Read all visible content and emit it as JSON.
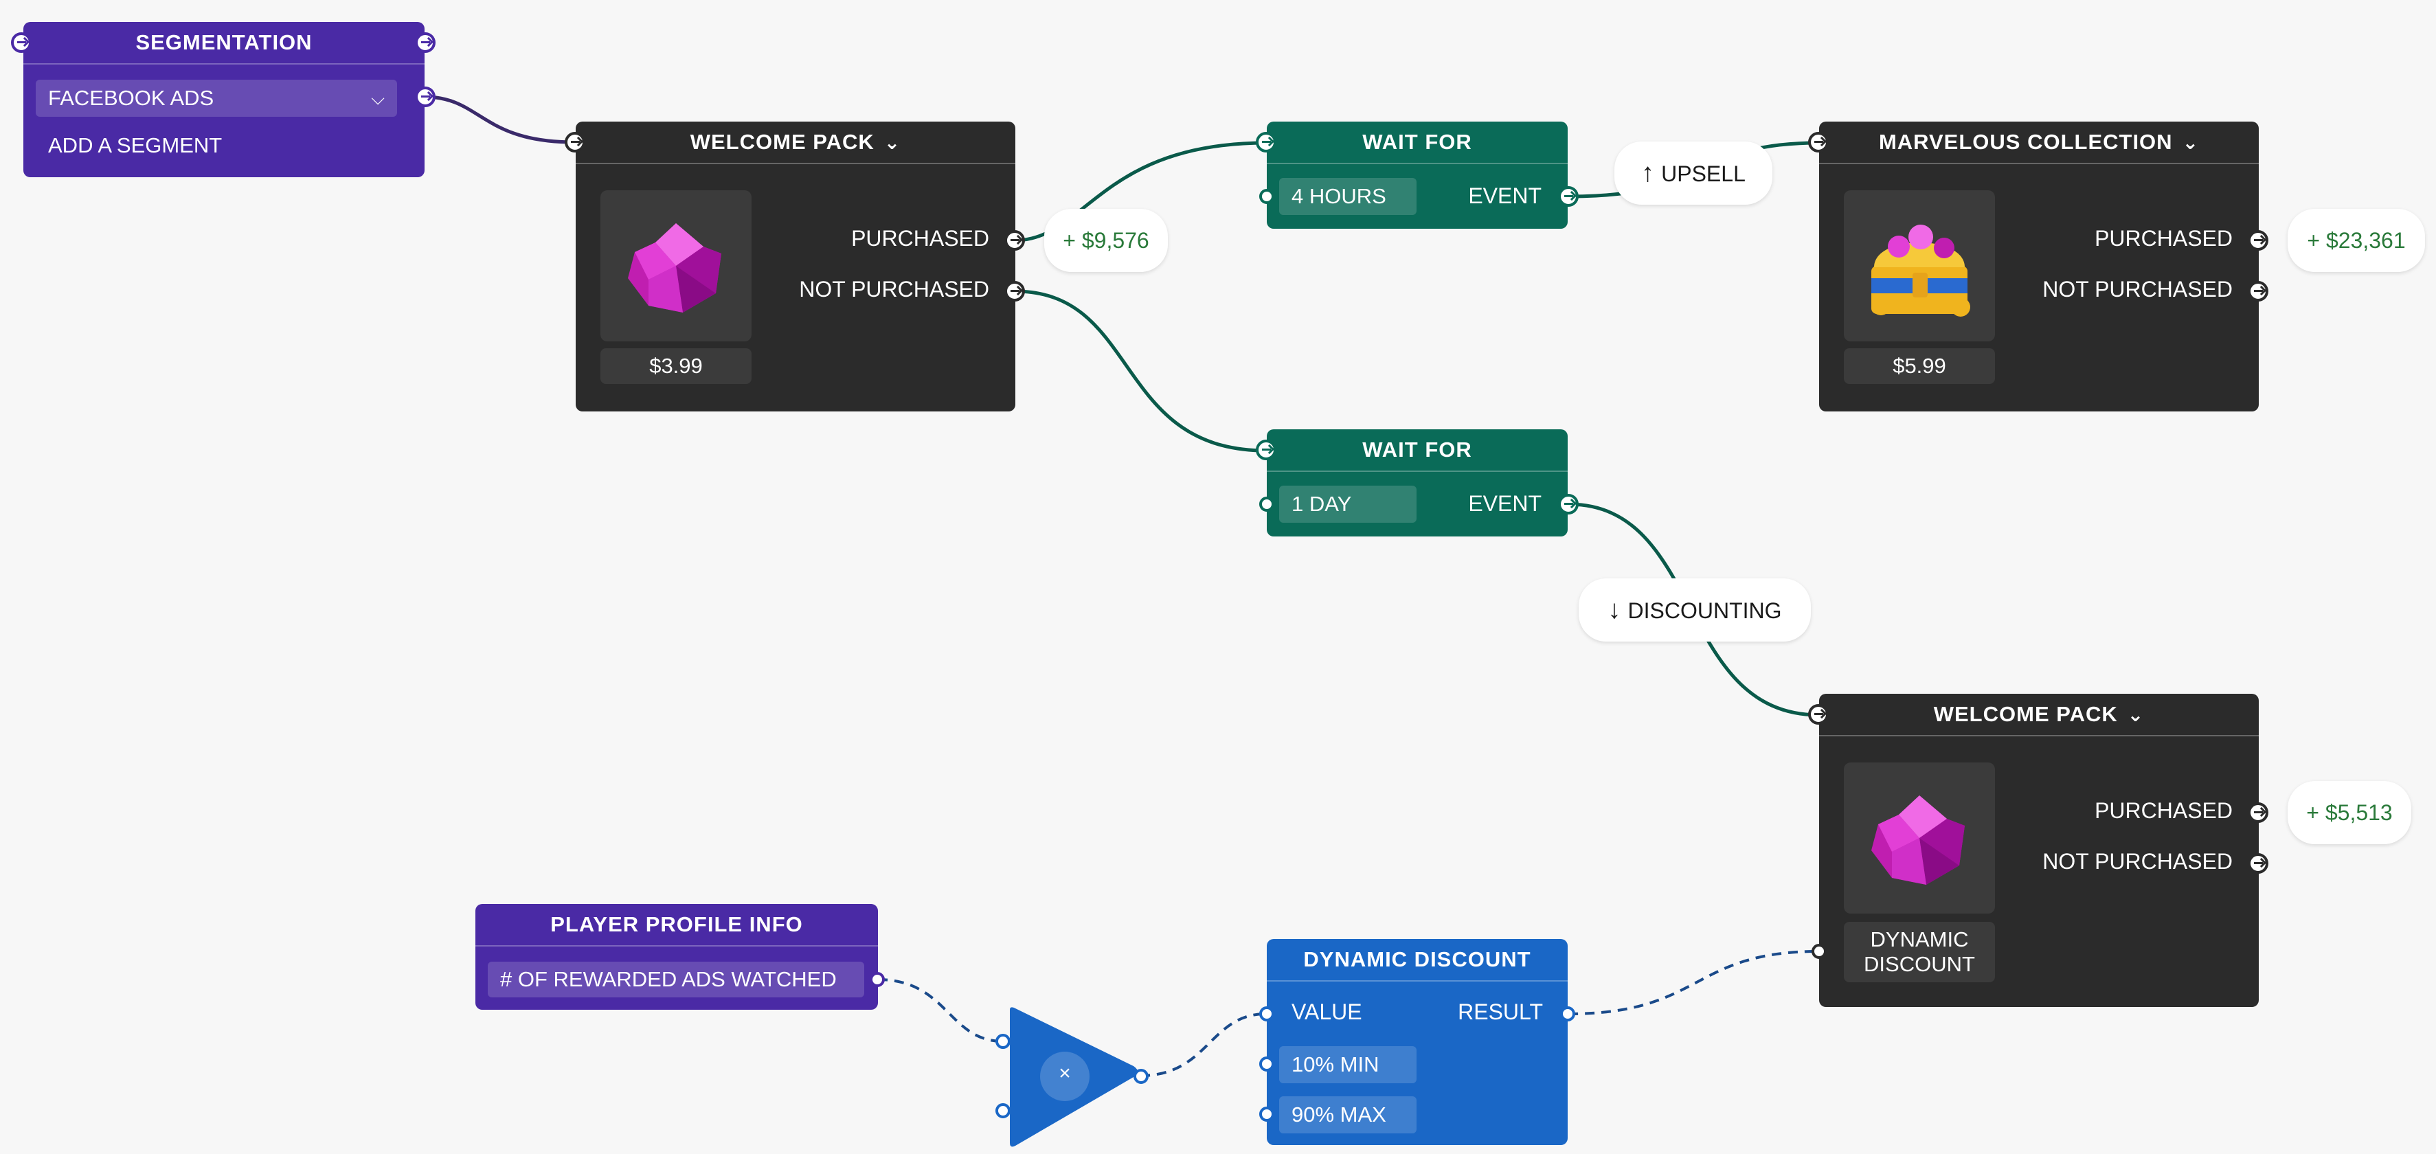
{
  "segmentation": {
    "title": "SEGMENTATION",
    "dropdown_value": "FACEBOOK ADS",
    "add_segment_label": "ADD A SEGMENT"
  },
  "welcome_pack_top": {
    "title": "WELCOME PACK",
    "price": "$3.99",
    "purchased_label": "PURCHASED",
    "not_purchased_label": "NOT PURCHASED",
    "revenue": "+ $9,576"
  },
  "wait_for_top": {
    "title": "WAIT FOR",
    "duration": "4 HOURS",
    "event_label": "EVENT"
  },
  "upsell": {
    "label": "UPSELL",
    "icon": "arrow-up-icon"
  },
  "marvelous_collection": {
    "title": "MARVELOUS COLLECTION",
    "price": "$5.99",
    "purchased_label": "PURCHASED",
    "not_purchased_label": "NOT PURCHASED",
    "revenue": "+ $23,361"
  },
  "wait_for_bottom": {
    "title": "WAIT FOR",
    "duration": "1 DAY",
    "event_label": "EVENT"
  },
  "discounting": {
    "label": "DISCOUNTING",
    "icon": "arrow-down-icon"
  },
  "welcome_pack_bottom": {
    "title": "WELCOME PACK",
    "price_line1": "DYNAMIC",
    "price_line2": "DISCOUNT",
    "purchased_label": "PURCHASED",
    "not_purchased_label": "NOT PURCHASED",
    "revenue": "+ $5,513"
  },
  "player_profile": {
    "title": "PLAYER PROFILE INFO",
    "field": "# OF REWARDED ADS WATCHED"
  },
  "multiply_node": {
    "symbol": "×"
  },
  "dynamic_discount": {
    "title": "DYNAMIC DISCOUNT",
    "value_label": "VALUE",
    "result_label": "RESULT",
    "min_value": "10% MIN",
    "max_value": "90% MAX"
  },
  "colors": {
    "purple": "#4a2aa5",
    "dark": "#2b2b2b",
    "green": "#0a6b58",
    "blue": "#1a67c6",
    "money": "#2a7a3a"
  }
}
